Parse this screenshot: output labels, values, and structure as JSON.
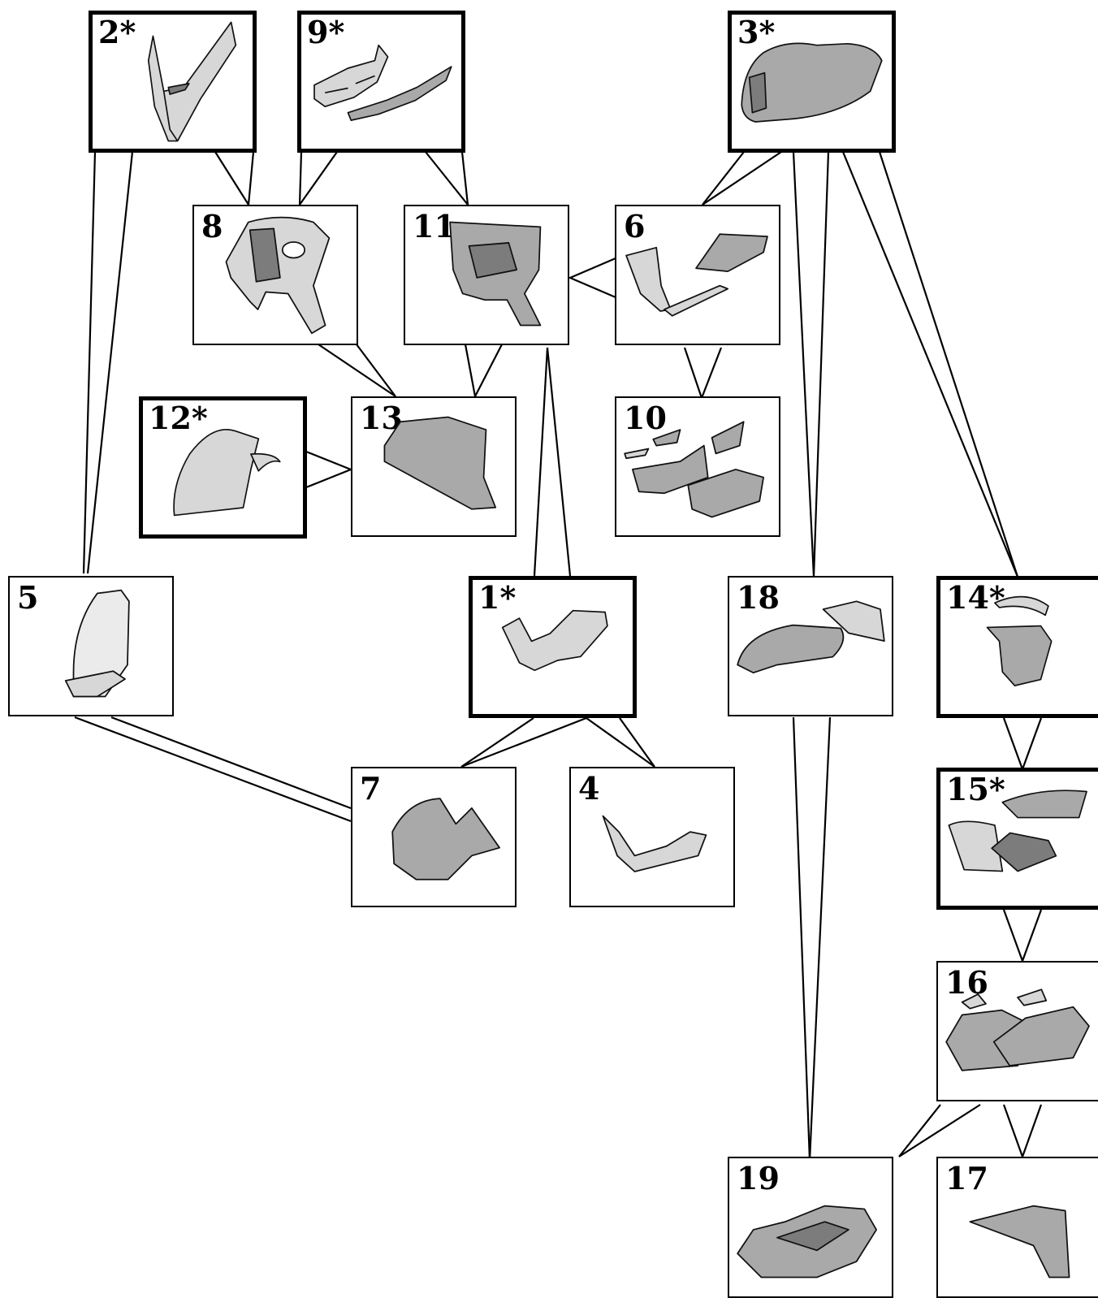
{
  "colors": {
    "line": "#000000",
    "part_light": "#d7d7d7",
    "part_mid": "#a9a9a9",
    "part_dark": "#7c7c7c",
    "background": "#ffffff"
  },
  "panels": [
    {
      "id": "2",
      "label": "2*",
      "key": true,
      "icon": "front-cowl-part"
    },
    {
      "id": "9",
      "label": "9*",
      "key": true,
      "icon": "side-strip-parts"
    },
    {
      "id": "3",
      "label": "3*",
      "key": true,
      "icon": "seat-part"
    },
    {
      "id": "8",
      "label": "8",
      "key": false,
      "icon": "front-shield-part"
    },
    {
      "id": "11",
      "label": "11",
      "key": false,
      "icon": "inner-panel-part"
    },
    {
      "id": "6",
      "label": "6",
      "key": false,
      "icon": "floor-parts"
    },
    {
      "id": "12",
      "label": "12*",
      "key": true,
      "icon": "front-fender-part"
    },
    {
      "id": "13",
      "label": "13",
      "key": false,
      "icon": "under-cover-part"
    },
    {
      "id": "10",
      "label": "10",
      "key": false,
      "icon": "lower-side-parts"
    },
    {
      "id": "5",
      "label": "5",
      "key": false,
      "icon": "windscreen-part"
    },
    {
      "id": "1",
      "label": "1*",
      "key": true,
      "icon": "footboard-part"
    },
    {
      "id": "18",
      "label": "18",
      "key": false,
      "icon": "seat-assembly-part"
    },
    {
      "id": "14",
      "label": "14*",
      "key": true,
      "icon": "rear-frame-cover-parts"
    },
    {
      "id": "7",
      "label": "7",
      "key": false,
      "icon": "headlight-cover-part"
    },
    {
      "id": "4",
      "label": "4",
      "key": false,
      "icon": "floor-tunnel-part"
    },
    {
      "id": "15",
      "label": "15*",
      "key": true,
      "icon": "side-panel-parts"
    },
    {
      "id": "16",
      "label": "16",
      "key": false,
      "icon": "rear-body-parts"
    },
    {
      "id": "19",
      "label": "19",
      "key": false,
      "icon": "storage-box-part"
    },
    {
      "id": "17",
      "label": "17",
      "key": false,
      "icon": "rear-fender-part"
    }
  ]
}
